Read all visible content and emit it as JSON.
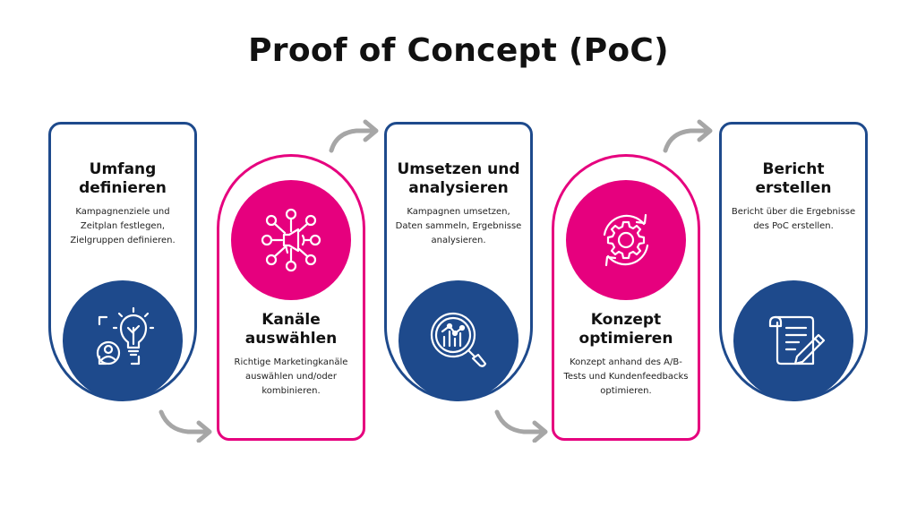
{
  "title": "Proof of Concept (PoC)",
  "steps": [
    {
      "heading": "Umfang definieren",
      "desc": "Kampagnenziele und Zeitplan festlegen, Zielgruppen definieren.",
      "icon": "idea-person-icon",
      "color": "#1e4a8c"
    },
    {
      "heading": "Kanäle auswählen",
      "desc": "Richtige Marketingkanäle auswählen und/oder kombinieren.",
      "icon": "megaphone-network-icon",
      "color": "#e6007e"
    },
    {
      "heading": "Umsetzen und analysieren",
      "desc": "Kampagnen umsetzen, Daten sammeln, Ergebnisse analysieren.",
      "icon": "magnifier-chart-icon",
      "color": "#1e4a8c"
    },
    {
      "heading": "Konzept optimieren",
      "desc": "Konzept anhand des A/B-Tests und Kundenfeedbacks optimieren.",
      "icon": "gear-cycle-icon",
      "color": "#e6007e"
    },
    {
      "heading": "Bericht erstellen",
      "desc": "Bericht über die Ergebnisse des PoC erstellen.",
      "icon": "document-pen-icon",
      "color": "#1e4a8c"
    }
  ],
  "colors": {
    "blue": "#1e4a8c",
    "pink": "#e6007e",
    "arrow": "#a6a6a6"
  }
}
